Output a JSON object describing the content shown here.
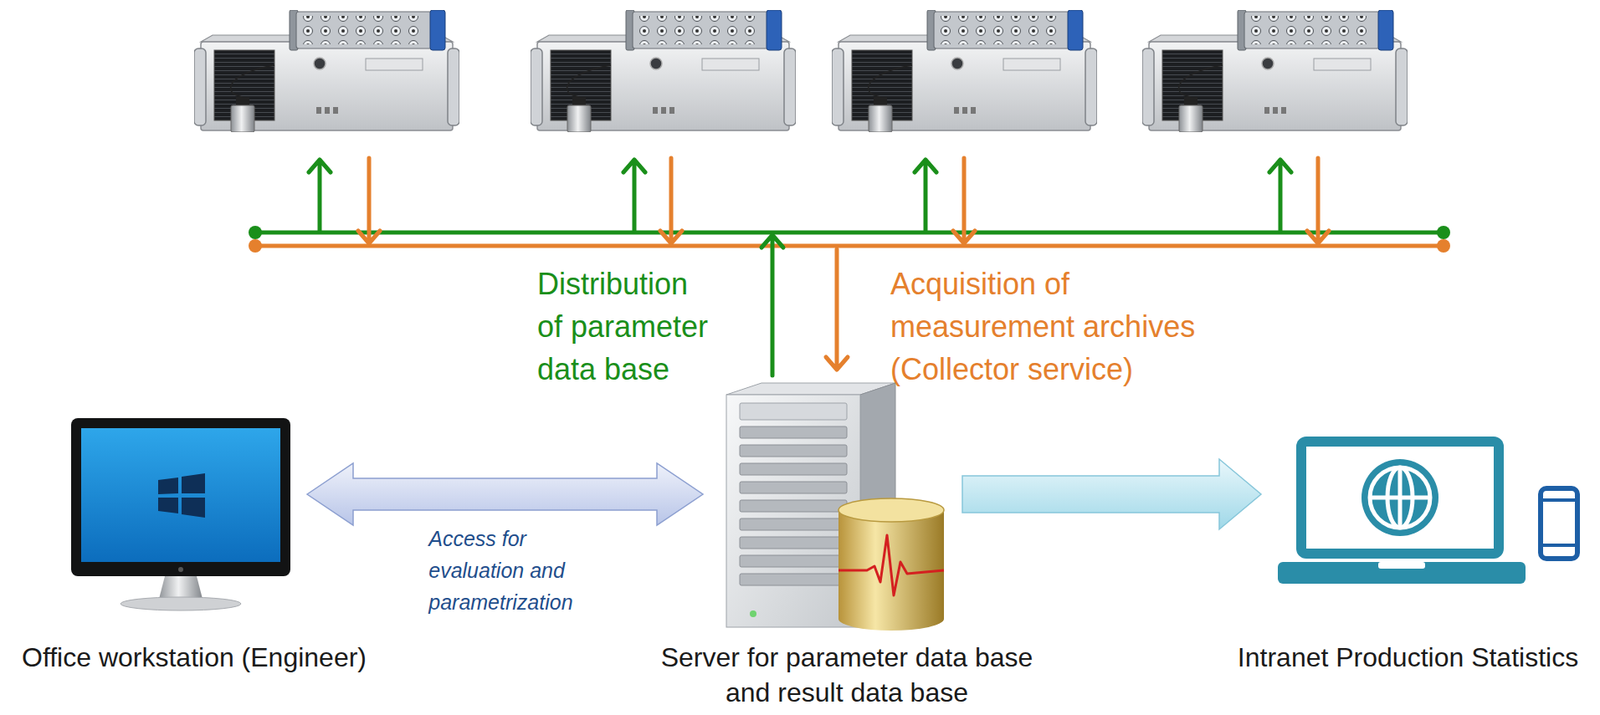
{
  "diagram": {
    "nodes": [
      {
        "text": [
          "Office workstation (Engineer)"
        ]
      },
      {
        "text": [
          "Server for parameter data base and result data base"
        ]
      },
      {
        "text": [
          "Intranet Production Statistics"
        ]
      }
    ],
    "edges": [
      {
        "from": 0,
        "to": 1,
        "arrow": "both",
        "label": "Access for evaluation and parametrization"
      },
      {
        "from": 1,
        "to": 2,
        "arrow": "to"
      }
    ],
    "labels": [
      "Distribution of parameter data base",
      "Acquisition of measurement archives (Collector service)"
    ]
  }
}
